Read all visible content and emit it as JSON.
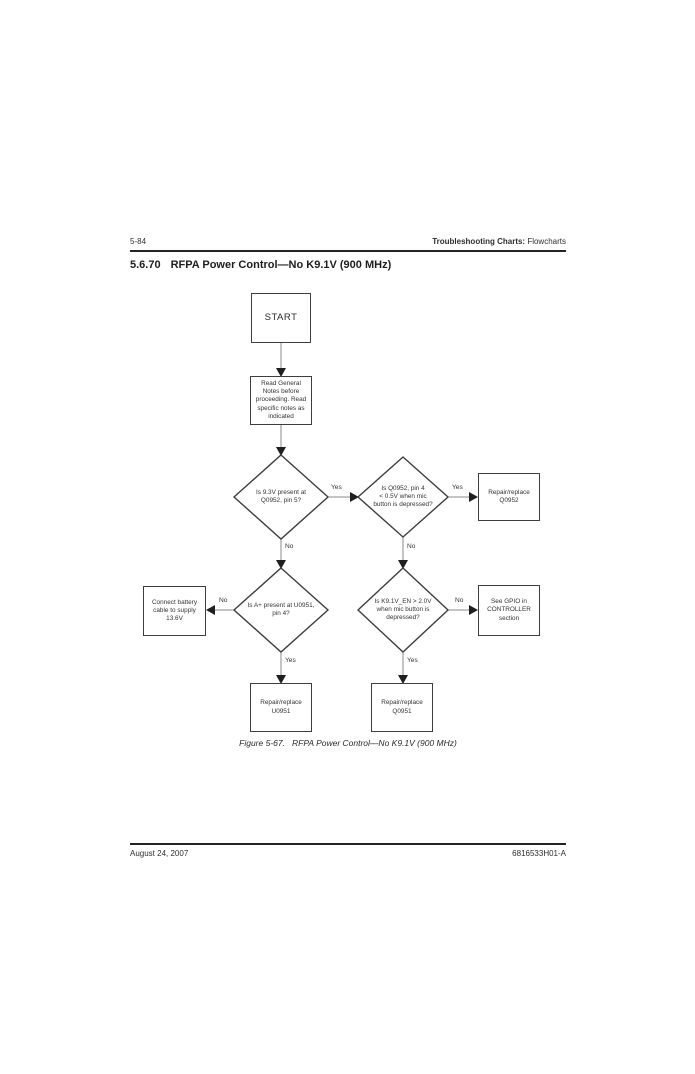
{
  "header": {
    "page_number": "5-84",
    "section_bold": "Troubleshooting Charts:",
    "section_regular": " Flowcharts"
  },
  "title": {
    "number": "5.6.70",
    "text": "RFPA Power Control—No K9.1V (900 MHz)"
  },
  "flowchart": {
    "nodes": {
      "start": "START",
      "notes": "Read General\nNotes before\nproceeding. Read\nspecific notes as\nindicated",
      "d1": "Is 9.3V present at\nQ0952, pin 5?",
      "d2": "Is Q0952, pin 4\n< 0.5V when mic\nbutton is depressed?",
      "d3": "Is A+ present at U0951,\npin 4?",
      "d4": "Is K9.1V_EN > 2.0V\nwhen mic button is\ndepressed?",
      "repair_q0952": "Repair/replace\nQ0952",
      "connect_battery": "Connect battery\ncable to supply\n13.6V",
      "repair_u0951": "Repair/replace\nU0951",
      "see_gpio": "See GPIO in\nCONTROLLER\nsection",
      "repair_q0951": "Repair/replace\nQ0951"
    },
    "labels": {
      "d1_yes": "Yes",
      "d1_no": "No",
      "d2_yes": "Yes",
      "d2_no": "No",
      "d3_no": "No",
      "d3_yes": "Yes",
      "d4_no": "No",
      "d4_yes": "Yes"
    }
  },
  "caption": {
    "figure": "Figure 5-67.",
    "text": "RFPA Power Control—No K9.1V (900 MHz)"
  },
  "footer": {
    "date": "August 24, 2007",
    "doc_number": "6816533H01-A"
  },
  "colors": {
    "connector_line": "#8a8a8a",
    "shape_border": "#3d3d3d",
    "arrowhead": "#1f1f1f",
    "text": "#333333"
  }
}
